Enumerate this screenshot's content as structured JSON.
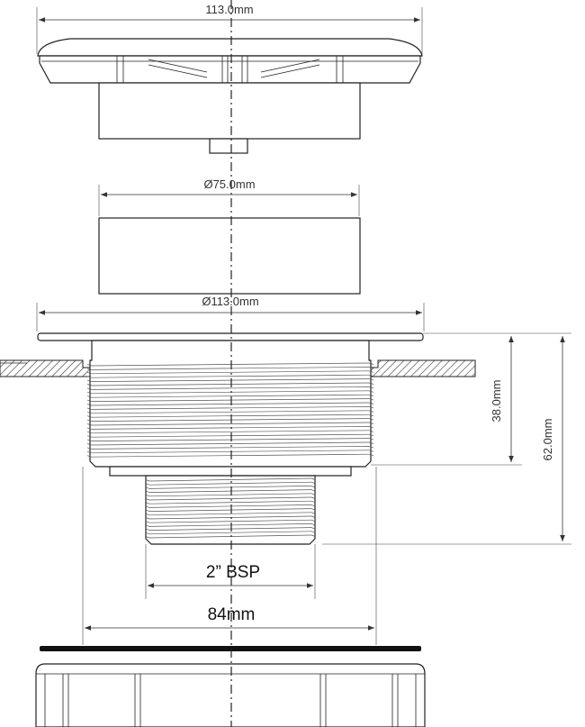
{
  "labels": {
    "cap_diameter": "113.0mm",
    "seal_diameter": "Ø75.0mm",
    "flange_diameter": "Ø113.0mm",
    "thread_length": "38.0mm",
    "overall_height": "62.0mm",
    "outlet_thread": "2” BSP",
    "body_diameter": "84mm"
  },
  "colors": {
    "line": "#222222",
    "dimension": "#333333"
  }
}
